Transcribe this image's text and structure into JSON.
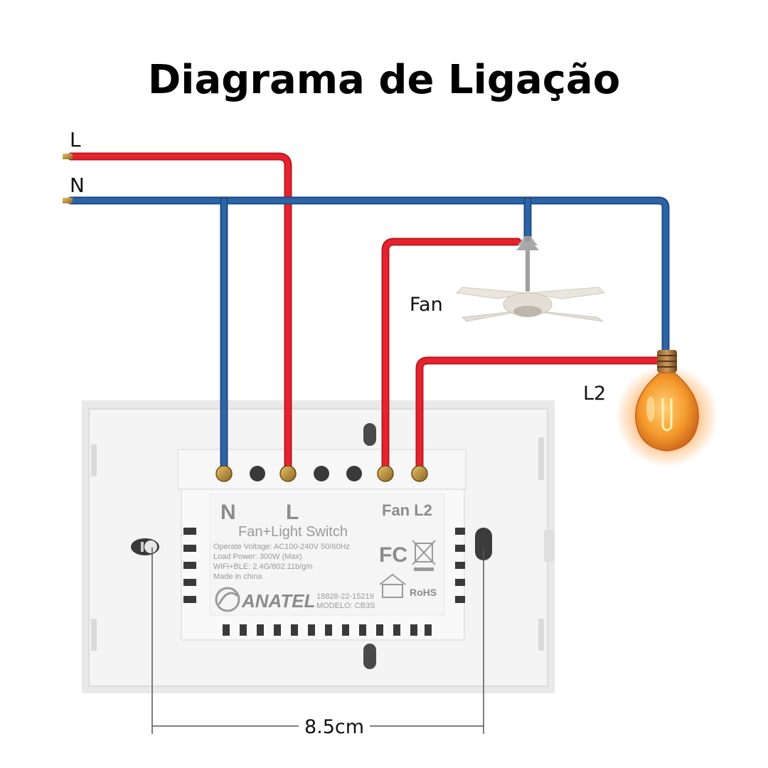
{
  "title": "Diagrama de Ligação",
  "colors": {
    "live_wire": "#e8222d",
    "neutral_wire": "#2c64a8",
    "switch_body": "#f2f2f2",
    "lamp_glow": "#ff8a1a"
  },
  "wires": {
    "live_label": "L",
    "neutral_label": "N"
  },
  "loads": {
    "fan_label": "Fan",
    "lamp_label": "L2"
  },
  "switch": {
    "terminal_n": "N",
    "terminal_l": "L",
    "terminal_fan_l2": "Fan L2",
    "product_name": "Fan+Light Switch",
    "spec_voltage": "Operate Voltage: AC100-240V 50/60Hz",
    "spec_power": "Load Power: 300W (Max)",
    "spec_wireless": "WiFi+BLE: 2.4G/802.11b/g/n",
    "made_in": "Made in china",
    "fc_mark": "FC",
    "rohs_mark": "RoHS",
    "brand": "ANATEL",
    "cert_number": "18828-22-15219",
    "model": "MODELO: CB3S"
  },
  "dimension": {
    "width_label": "8.5cm"
  }
}
